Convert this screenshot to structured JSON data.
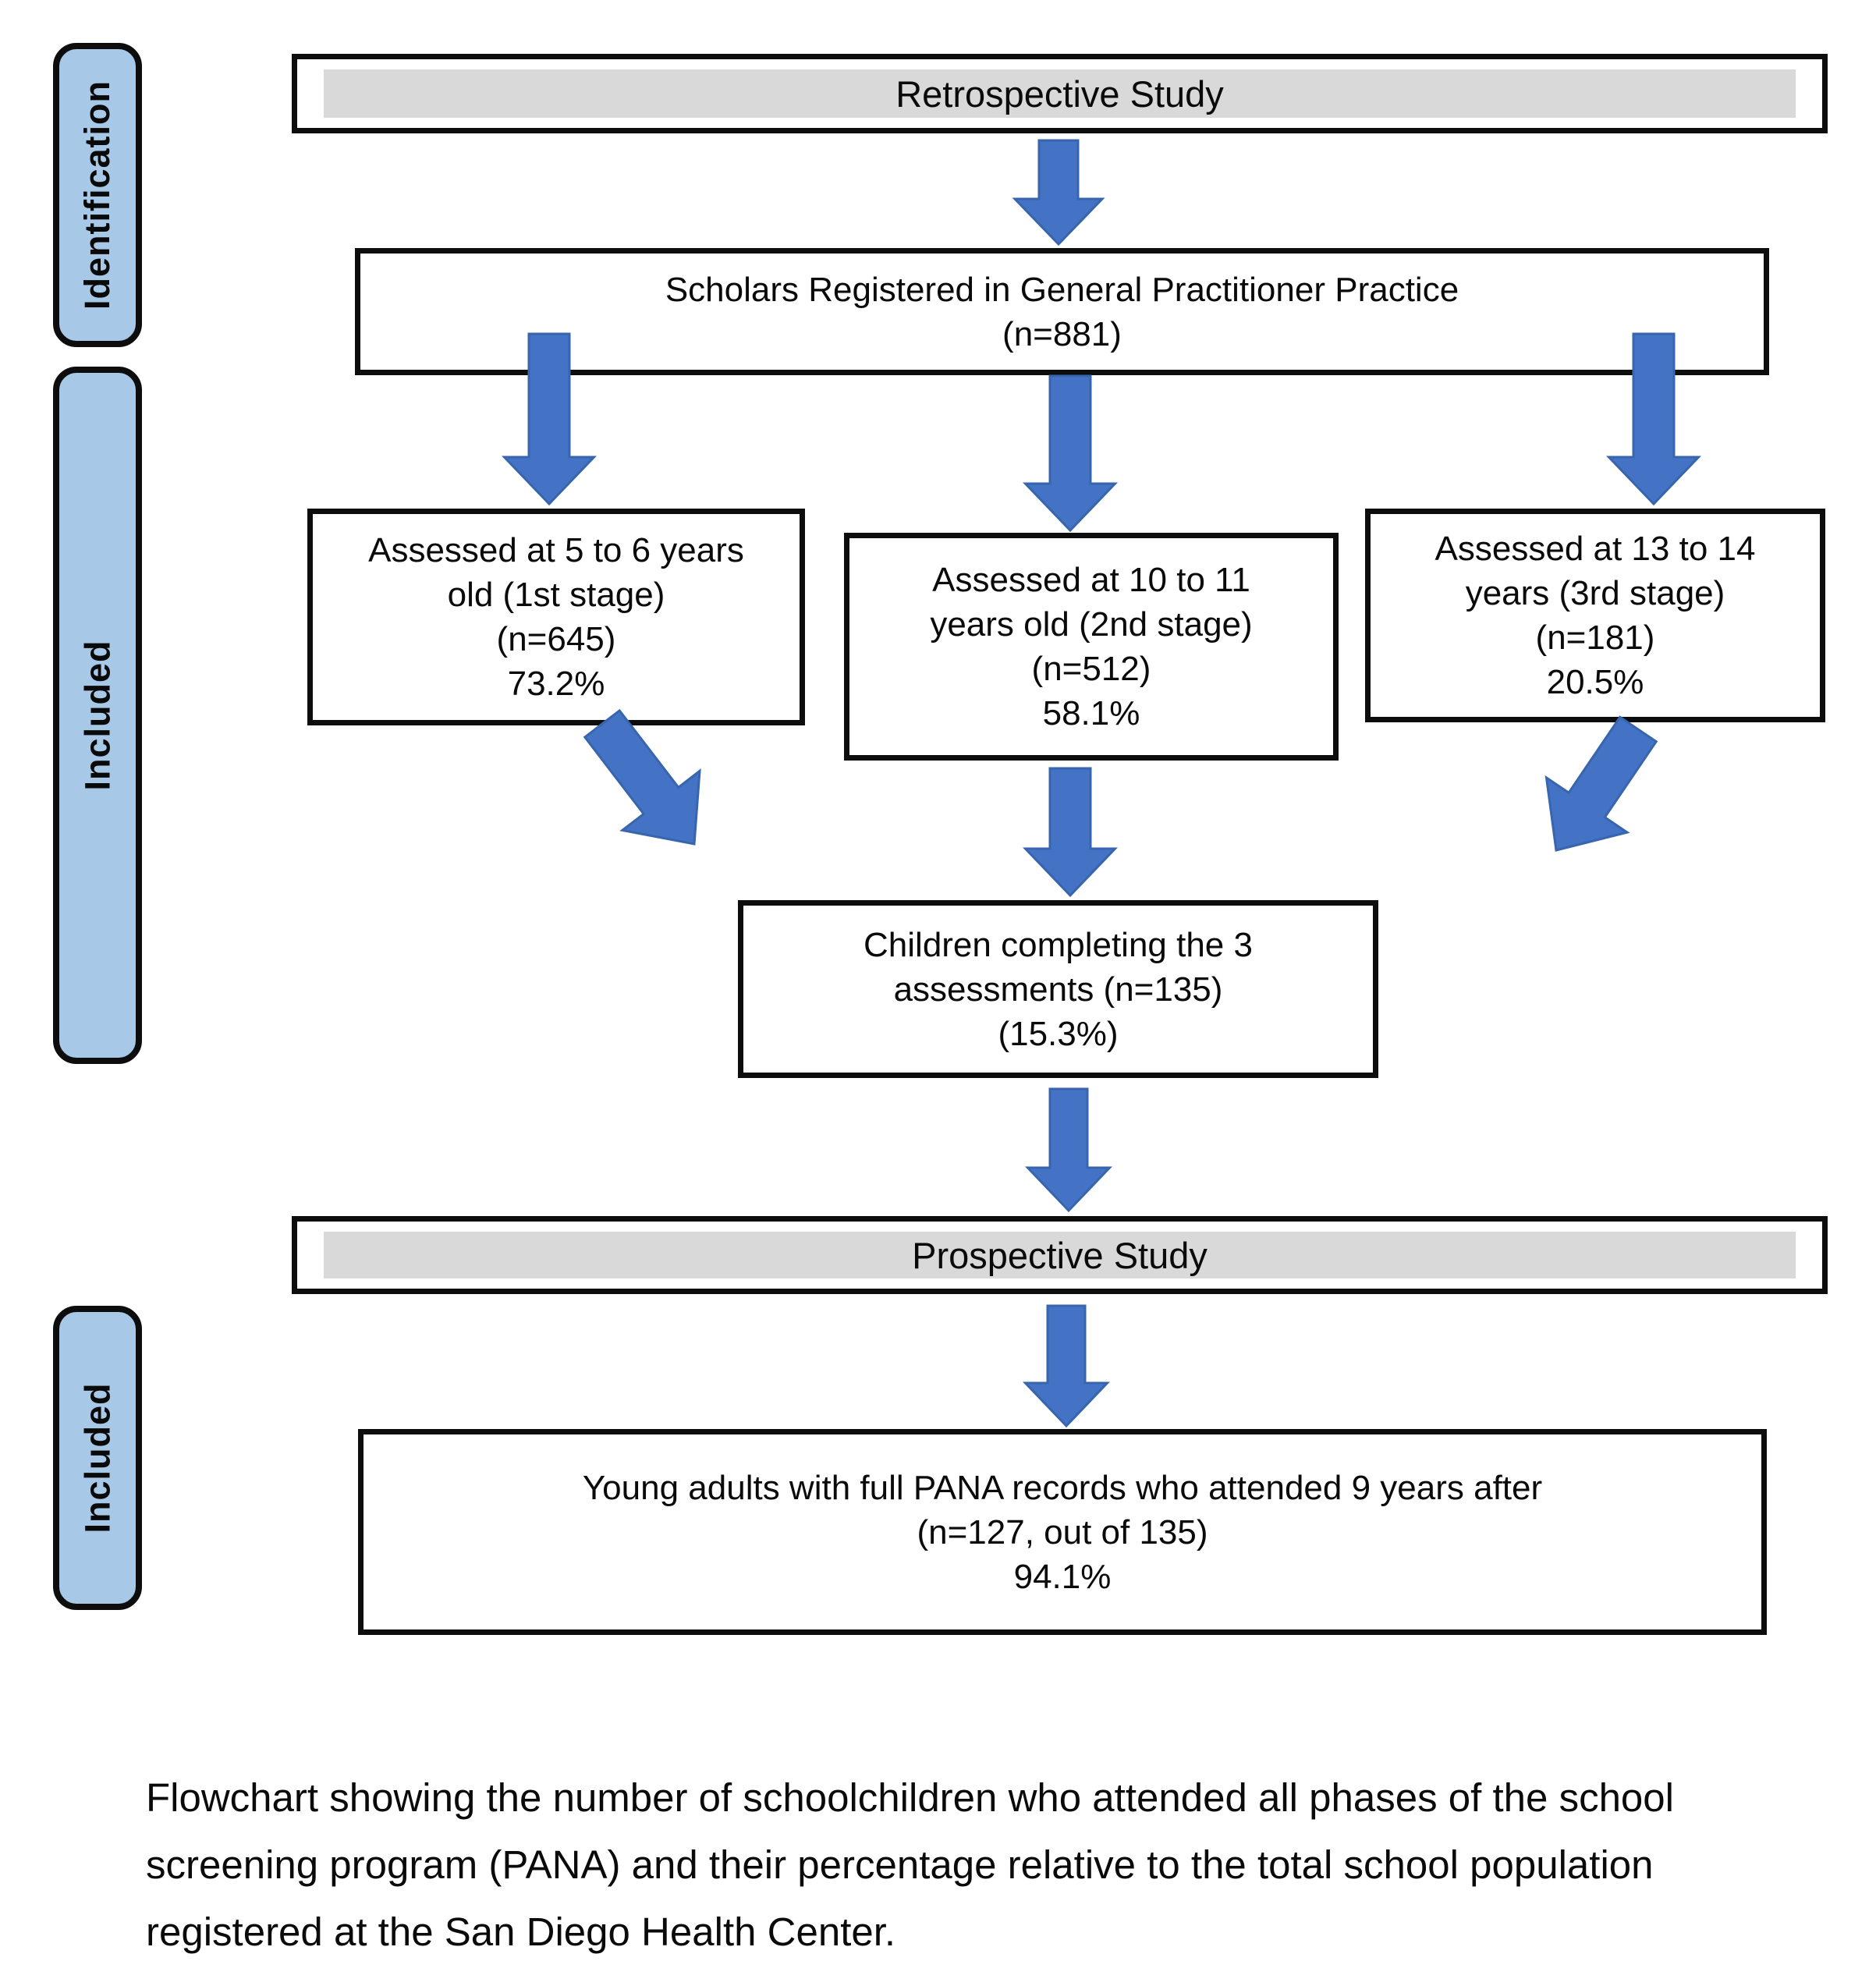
{
  "diagram": {
    "side_labels": [
      {
        "label": "Identification"
      },
      {
        "label": "Included"
      },
      {
        "label": "Included"
      }
    ],
    "banners": {
      "retrospective": "Retrospective Study",
      "prospective": "Prospective Study"
    },
    "boxes": {
      "scholars": {
        "lines": [
          "Scholars Registered in General Practitioner Practice",
          "(n=881)"
        ]
      },
      "stage1": {
        "lines": [
          "Assessed at 5 to 6 years",
          "old (1st stage)",
          "(n=645)",
          "73.2%"
        ]
      },
      "stage2": {
        "lines": [
          "Assessed at 10 to 11",
          "years old (2nd stage)",
          "(n=512)",
          "58.1%"
        ]
      },
      "stage3": {
        "lines": [
          "Assessed at 13 to 14",
          "years (3rd stage)",
          "(n=181)",
          "20.5%"
        ]
      },
      "children": {
        "lines": [
          "Children completing the 3",
          "assessments (n=135)",
          "(15.3%)"
        ]
      },
      "young_adults": {
        "lines": [
          "Young adults with full PANA records who attended 9 years after",
          "(n=127, out of 135)",
          "94.1%"
        ]
      }
    },
    "caption_lines": [
      "Flowchart showing the number of schoolchildren who attended all phases of the school",
      "screening program (PANA) and their percentage relative to the total school population",
      "registered at the San Diego Health Center."
    ],
    "colors": {
      "arrow_fill": "#4472C4",
      "arrow_edge": "#3765AE",
      "side_label_fill": "#A8C8E8",
      "banner_bar_fill": "#D9D9D9"
    }
  }
}
